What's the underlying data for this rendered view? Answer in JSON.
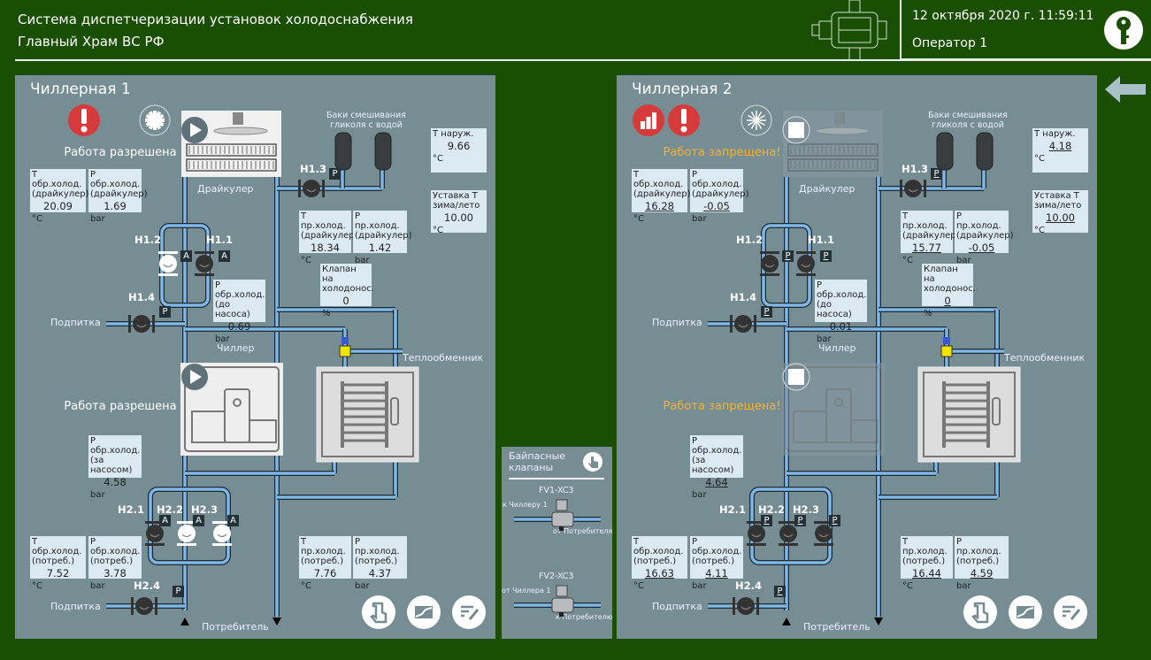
{
  "header": {
    "system_title": "Система диспетчеризации установок холодоснабжения",
    "site_name": "Главный Храм ВС РФ",
    "datetime": "12 октября 2020 г. 11:59:11",
    "operator": "Оператор 1",
    "key_icon": "key-icon",
    "back_icon": "arrow-left-icon"
  },
  "colors": {
    "background": "#1a4f03",
    "panel": "#778d94",
    "pipe": "#7fb8e6",
    "sensor_box": "#dbe9f2",
    "alarm": "#d63a3a",
    "warning_text": "#f2b233"
  },
  "panels": [
    {
      "title": "Чиллерная 1",
      "alarm_icons": [
        "alarm-exclamation-icon"
      ],
      "season_icon": "sun-icon",
      "drycooler_status": "Работа разрешена",
      "chiller_status": "Работа разрешена",
      "status_color": "#ffffff",
      "running": true,
      "underline_values": false,
      "labels": {
        "drycooler": "Драйкулер",
        "tanks": "Баки смешивания\nгликоля с водой",
        "chiller": "Чиллер",
        "heat_exchanger": "Теплообменник",
        "makeup1": "Подпитка",
        "makeup2": "Подпитка",
        "consumer": "Потребитель"
      },
      "sensors": {
        "tobr_dry": {
          "label": "Т обр.холод.\n(драйкулер)",
          "value": "20.09",
          "unit": "°C"
        },
        "pobr_dry": {
          "label": "Р обр.холод.\n(драйкулер)",
          "value": "1.69",
          "unit": "bar"
        },
        "tout": {
          "label": "Т наруж.\n ",
          "value": "9.66",
          "unit": "°C"
        },
        "setpoint": {
          "label": "Уставка Т\nзима/лето",
          "value": "10.00",
          "unit": "°C"
        },
        "tpr_dry": {
          "label": "Т пр.холод.\n(драйкулер)",
          "value": "18.34",
          "unit": "°C"
        },
        "ppr_dry": {
          "label": "Р пр.холод.\n(драйкулер)",
          "value": "1.42",
          "unit": "bar"
        },
        "valve": {
          "label": "Клапан на\nхолодонос.",
          "value": "0",
          "unit": "%"
        },
        "pobr_before": {
          "label": "Р обр.холод.\n(до насоса)",
          "value": "0.69",
          "unit": "bar"
        },
        "pobr_after": {
          "label": "Р обр.холод.\n(за насосом)",
          "value": "4.58",
          "unit": "bar"
        },
        "tobr_cons": {
          "label": "Т обр.холод.\n(потреб.)",
          "value": "7.52",
          "unit": "°C"
        },
        "pobr_cons": {
          "label": "Р обр.холод.\n(потреб.)",
          "value": "3.78",
          "unit": "bar"
        },
        "tpr_cons": {
          "label": "Т пр.холод.\n(потреб.)",
          "value": "7.76",
          "unit": "°C"
        },
        "ppr_cons": {
          "label": "Р пр.холод.\n(потреб.)",
          "value": "4.37",
          "unit": "bar"
        }
      },
      "pumps": {
        "h12": {
          "id": "Н1.2",
          "mode": "A",
          "running": true
        },
        "h11": {
          "id": "Н1.1",
          "mode": "A",
          "running": false
        },
        "h13": {
          "id": "Н1.3",
          "mode": "Р",
          "running": false
        },
        "h14": {
          "id": "Н1.4",
          "mode": "Р",
          "running": false
        },
        "h21": {
          "id": "Н2.1",
          "mode": "A",
          "running": false
        },
        "h22": {
          "id": "Н2.2",
          "mode": "A",
          "running": true
        },
        "h23": {
          "id": "Н2.3",
          "mode": "A",
          "running": true
        },
        "h24": {
          "id": "Н2.4",
          "mode": "Р",
          "running": false
        }
      },
      "buttons": [
        "manual-control-hand-icon",
        "trend-chart-icon",
        "settings-edit-icon"
      ]
    },
    {
      "title": "Чиллерная 2",
      "alarm_icons": [
        "alarm-bars-icon",
        "alarm-exclamation-icon"
      ],
      "season_icon": "snowflake-icon",
      "drycooler_status": "Работа запрещена!",
      "chiller_status": "Работа запрещена!",
      "status_color": "#f2b233",
      "running": false,
      "underline_values": true,
      "labels": {
        "drycooler": "Драйкулер",
        "tanks": "Баки смешивания\nгликоля с водой",
        "chiller": "Чиллер",
        "heat_exchanger": "Теплообменник",
        "makeup1": "Подпитка",
        "makeup2": "Подпитка",
        "consumer": "Потребитель"
      },
      "sensors": {
        "tobr_dry": {
          "label": "Т обр.холод.\n(драйкулер)",
          "value": "16.28",
          "unit": "°C"
        },
        "pobr_dry": {
          "label": "Р обр.холод.\n(драйкулер)",
          "value": "-0.05",
          "unit": "bar"
        },
        "tout": {
          "label": "Т наруж.\n ",
          "value": "4.18",
          "unit": "°C"
        },
        "setpoint": {
          "label": "Уставка Т\nзима/лето",
          "value": "10.00",
          "unit": "°C"
        },
        "tpr_dry": {
          "label": "Т пр.холод.\n(драйкулер)",
          "value": "15.77",
          "unit": "°C"
        },
        "ppr_dry": {
          "label": "Р пр.холод.\n(драйкулер)",
          "value": "-0.05",
          "unit": "bar"
        },
        "valve": {
          "label": "Клапан на\nхолодонос.",
          "value": "0",
          "unit": "%"
        },
        "pobr_before": {
          "label": "Р обр.холод.\n(до насоса)",
          "value": "0.01",
          "unit": "bar"
        },
        "pobr_after": {
          "label": "Р обр.холод.\n(за насосом)",
          "value": "4.64",
          "unit": "bar"
        },
        "tobr_cons": {
          "label": "Т обр.холод.\n(потреб.)",
          "value": "16.63",
          "unit": "°C"
        },
        "pobr_cons": {
          "label": "Р обр.холод.\n(потреб.)",
          "value": "4.11",
          "unit": "bar"
        },
        "tpr_cons": {
          "label": "Т пр.холод.\n(потреб.)",
          "value": "16.44",
          "unit": "°C"
        },
        "ppr_cons": {
          "label": "Р пр.холод.\n(потреб.)",
          "value": "4.59",
          "unit": "bar"
        }
      },
      "pumps": {
        "h12": {
          "id": "Н1.2",
          "mode": "Р",
          "running": false
        },
        "h11": {
          "id": "Н1.1",
          "mode": "Р",
          "running": false
        },
        "h13": {
          "id": "Н1.3",
          "mode": "Р",
          "running": false
        },
        "h14": {
          "id": "Н1.4",
          "mode": "Р",
          "running": false
        },
        "h21": {
          "id": "Н2.1",
          "mode": "Р",
          "running": false
        },
        "h22": {
          "id": "Н2.2",
          "mode": "Р",
          "running": false
        },
        "h23": {
          "id": "Н2.3",
          "mode": "Р",
          "running": false
        },
        "h24": {
          "id": "Н2.4",
          "mode": "Р",
          "running": false
        }
      },
      "buttons": [
        "manual-control-hand-icon",
        "trend-chart-icon",
        "settings-edit-icon"
      ]
    }
  ],
  "bypass": {
    "title": "Байпасные\nклапаны",
    "hand_icon": "manual-control-hand-icon",
    "valves": [
      {
        "id": "FV1-XC3",
        "from": "к Чиллеру 1",
        "to": "от Потребителя"
      },
      {
        "id": "FV2-XC3",
        "from": "от Чиллера 1",
        "to": "к Потребителю"
      }
    ]
  }
}
